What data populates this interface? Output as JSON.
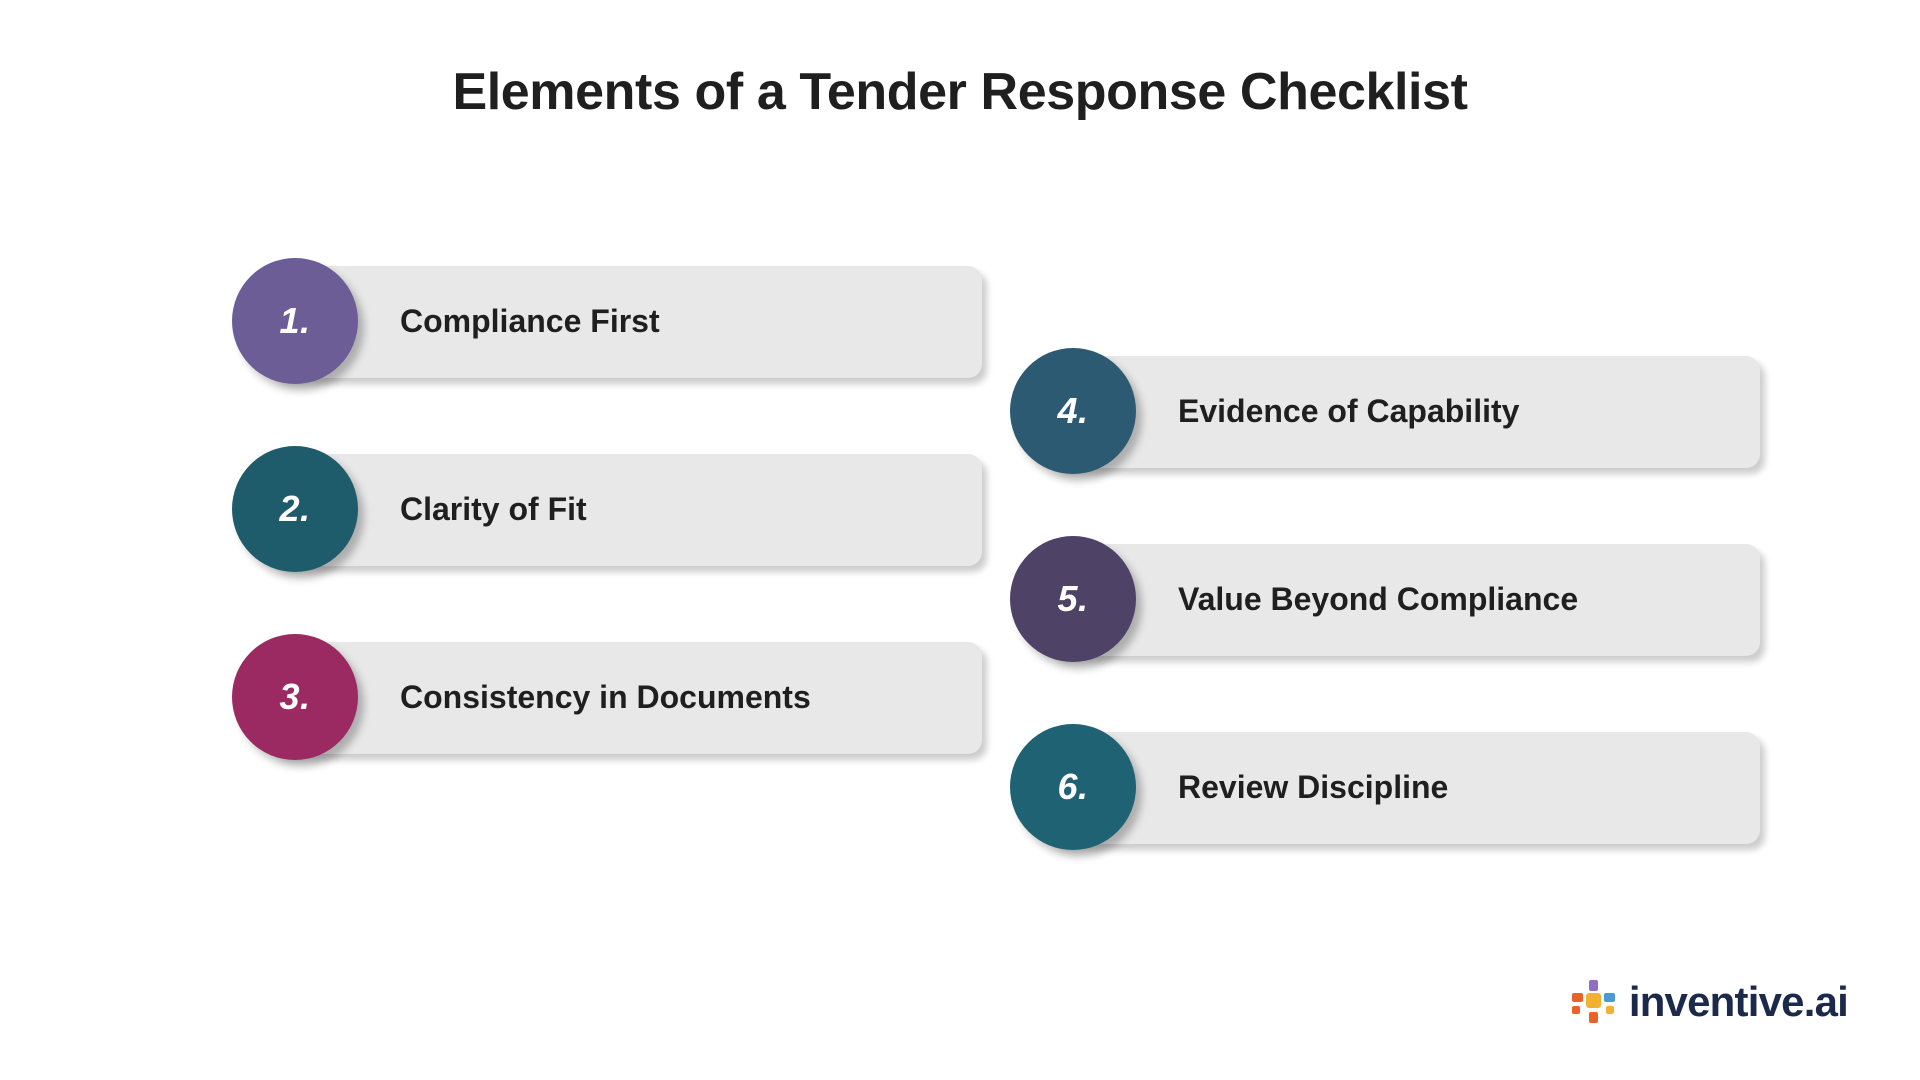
{
  "title": "Elements of a Tender Response Checklist",
  "columns": {
    "left": [
      {
        "number": "1.",
        "label": "Compliance First",
        "color": "#6C5D96"
      },
      {
        "number": "2.",
        "label": "Clarity of Fit",
        "color": "#1E5C6B"
      },
      {
        "number": "3.",
        "label": "Consistency in Documents",
        "color": "#9B2A62"
      }
    ],
    "right": [
      {
        "number": "4.",
        "label": "Evidence of Capability",
        "color": "#2C5A72"
      },
      {
        "number": "5.",
        "label": "Value Beyond Compliance",
        "color": "#4E4266"
      },
      {
        "number": "6.",
        "label": "Review Discipline",
        "color": "#1E6273"
      }
    ]
  },
  "card_background": "#e8e8e8",
  "title_color": "#1f1f1f",
  "logo": {
    "text": "inventive.ai",
    "text_color": "#1b2a4a",
    "mark_colors": [
      "#E8622A",
      "#F2B134",
      "#8E6FC4",
      "#4A9BD4",
      "#E8622A",
      "#F2B134"
    ]
  }
}
